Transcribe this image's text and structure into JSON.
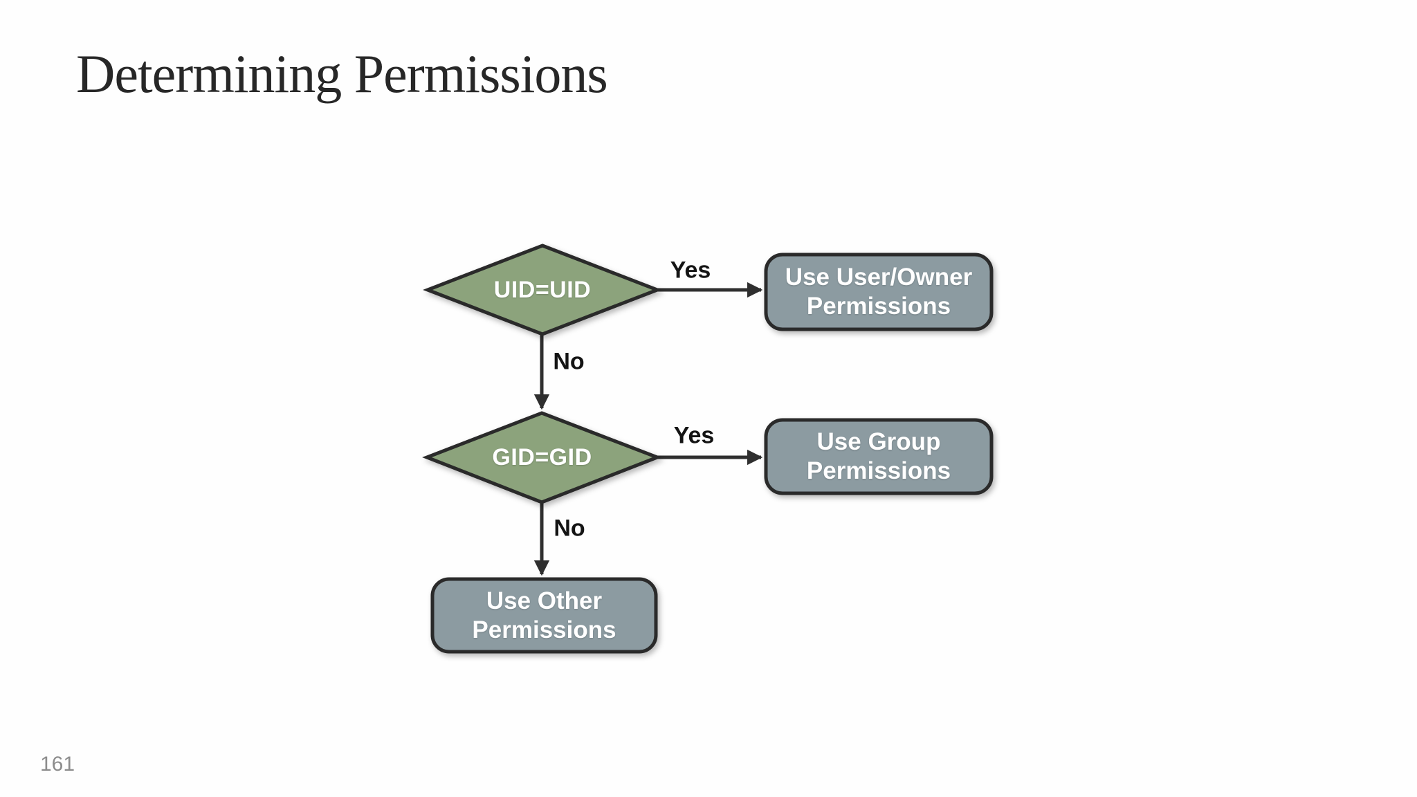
{
  "slide": {
    "title": "Determining Permissions",
    "page_number": "161"
  },
  "colors": {
    "background": "#fefefe",
    "title_color": "#272727",
    "diamond_fill": "#8ca37c",
    "box_fill": "#8c9ba1",
    "shape_border": "#2b2b2b",
    "arrow": "#2f2f2f",
    "shape_text": "#ffffff",
    "edge_label_color": "#141414",
    "page_number_color": "#8c8c8c"
  },
  "flowchart": {
    "decisions": [
      {
        "id": "uid",
        "label": "UID=UID"
      },
      {
        "id": "gid",
        "label": "GID=GID"
      }
    ],
    "results": [
      {
        "id": "user",
        "label": "Use User/Owner Permissions"
      },
      {
        "id": "group",
        "label": "Use Group Permissions"
      },
      {
        "id": "other",
        "label": "Use Other Permissions"
      }
    ],
    "edges": [
      {
        "from": "uid",
        "to": "user",
        "label": "Yes"
      },
      {
        "from": "uid",
        "to": "gid",
        "label": "No"
      },
      {
        "from": "gid",
        "to": "group",
        "label": "Yes"
      },
      {
        "from": "gid",
        "to": "other",
        "label": "No"
      }
    ]
  }
}
